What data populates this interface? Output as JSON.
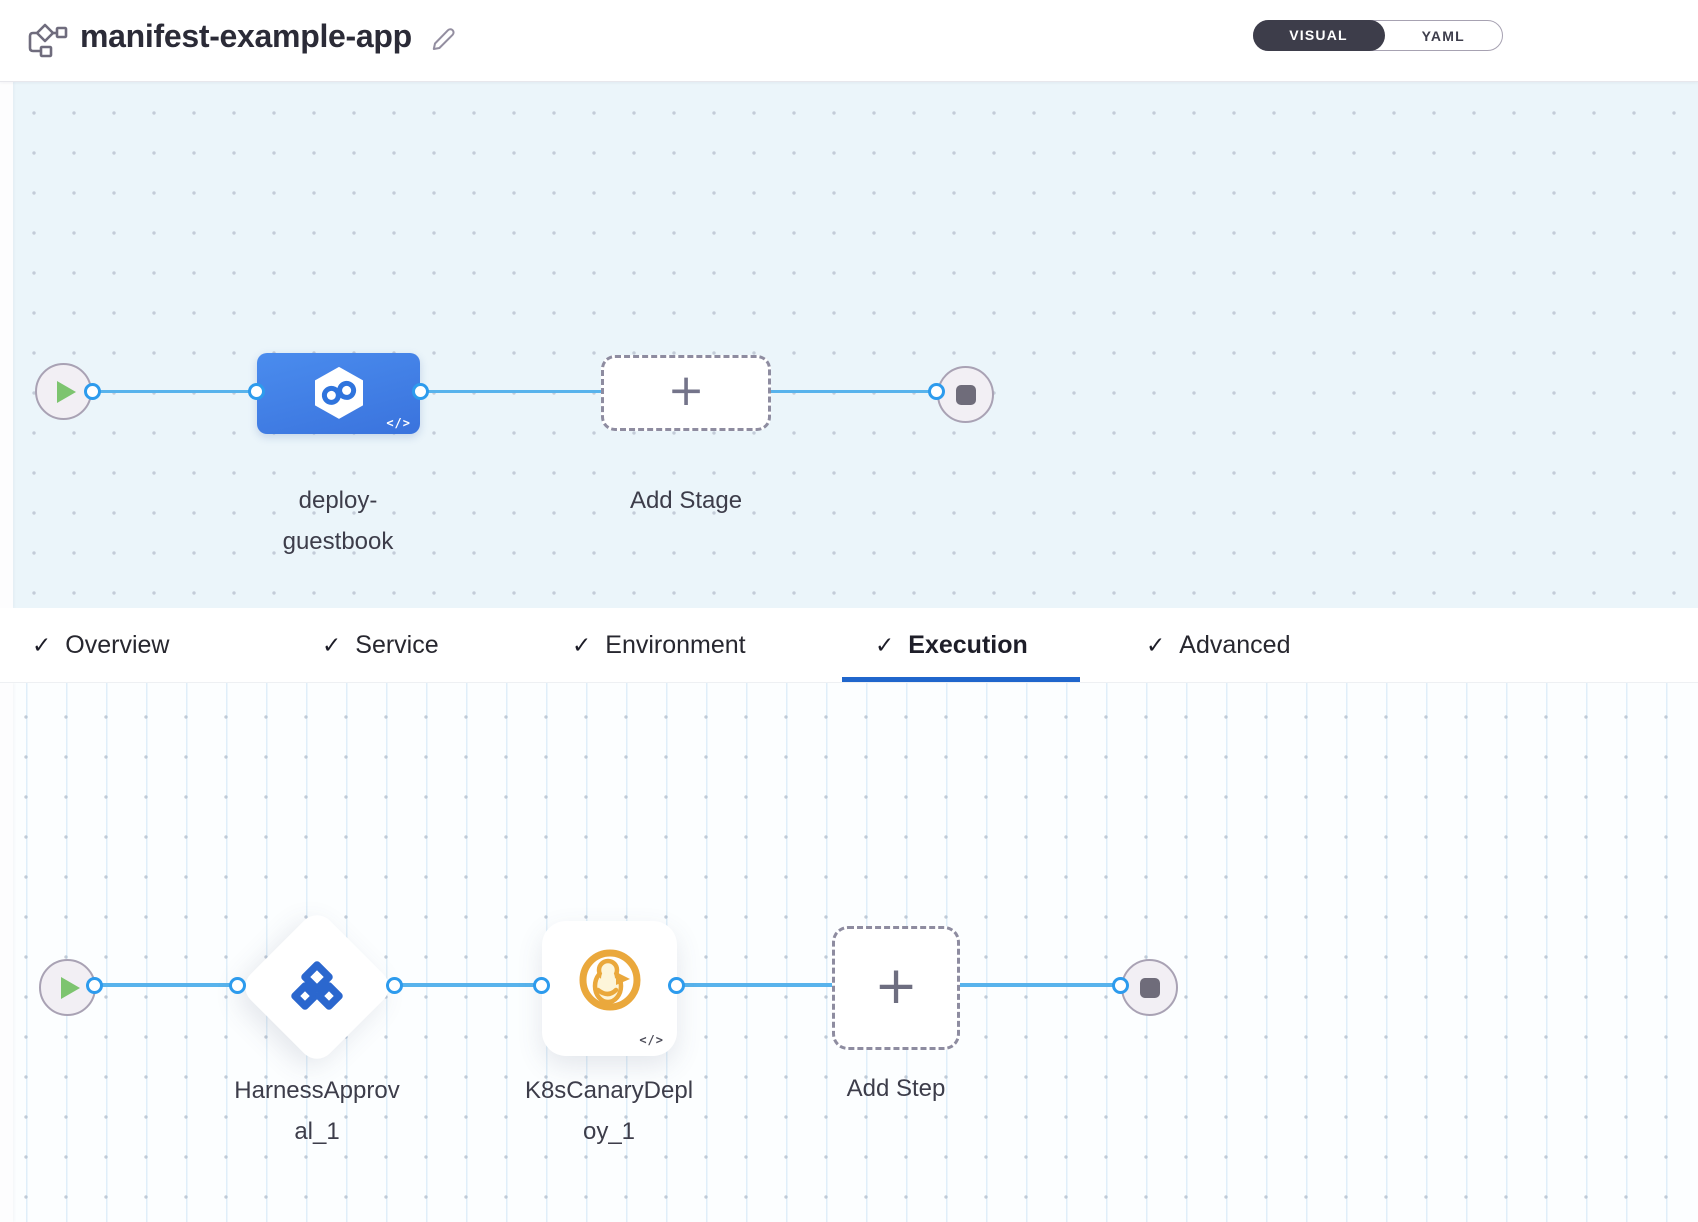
{
  "header": {
    "title": "manifest-example-app",
    "toggle": {
      "visual_label": "VISUAL",
      "yaml_label": "YAML",
      "active": "VISUAL"
    }
  },
  "icons": {
    "check": "✓",
    "plus": "+",
    "code": "</>"
  },
  "stage_canvas": {
    "stage_name": "deploy-guestbook",
    "add_stage_label": "Add Stage"
  },
  "tabs": [
    {
      "label": "Overview",
      "active": false
    },
    {
      "label": "Service",
      "active": false
    },
    {
      "label": "Environment",
      "active": false
    },
    {
      "label": "Execution",
      "active": true
    },
    {
      "label": "Advanced",
      "active": false
    }
  ],
  "execution_canvas": {
    "step_1_name": "HarnessApproval_1",
    "step_2_name": "K8sCanaryDeploy_1",
    "add_step_label": "Add Step"
  },
  "colors": {
    "connector_blue": "#58b3ec",
    "stage_node_blue": "#3f7ce3",
    "active_tab_underline": "#2066cc",
    "approval_icon_blue": "#2b67ce",
    "canary_icon_orange": "#eaa83c",
    "play_icon_green": "#7dc46f"
  }
}
